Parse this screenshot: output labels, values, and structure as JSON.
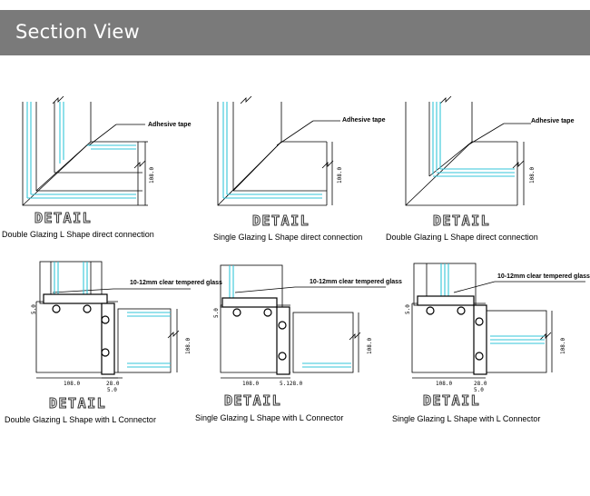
{
  "header": {
    "title": "Section View"
  },
  "colors": {
    "header_bg": "#7a7a7a",
    "glass": "#33c6d9",
    "line": "#000000"
  },
  "panels": [
    {
      "id": "p1",
      "caption": "Double Glazing L Shape direct connection",
      "detail": "DETAIL",
      "note": "Adhesive tape",
      "dim_v": "108.0"
    },
    {
      "id": "p2",
      "caption": "Single Glazing L Shape direct connection",
      "detail": "DETAIL",
      "note": "Adhesive tape",
      "dim_v": "108.0"
    },
    {
      "id": "p3",
      "caption": "Double Glazing L Shape direct connection",
      "detail": "DETAIL",
      "note": "Adhesive tape",
      "dim_v": "108.0"
    },
    {
      "id": "p4",
      "caption": "Double Glazing  L Shape with L Connector",
      "detail": "DETAIL",
      "note": "10-12mm clear tempered glass",
      "dim_v": "108.0",
      "dim_h1": "108.0",
      "dim_h2": "28.0",
      "dim_s1": "5.0",
      "dim_s2": "5.0"
    },
    {
      "id": "p5",
      "caption": "Single Glazing  L Shape with L Connector",
      "detail": "DETAIL",
      "note": "10-12mm clear tempered glass",
      "dim_v": "108.0",
      "dim_h1": "108.0",
      "dim_h2": "5.128.0",
      "dim_s1": "5.0"
    },
    {
      "id": "p6",
      "caption": "Single Glazing  L Shape with L Connector",
      "detail": "DETAIL",
      "note": "10-12mm clear tempered glass",
      "dim_v": "108.0",
      "dim_h1": "108.0",
      "dim_h2": "28.0",
      "dim_s1": "5.0",
      "dim_s2": "5.0"
    }
  ]
}
